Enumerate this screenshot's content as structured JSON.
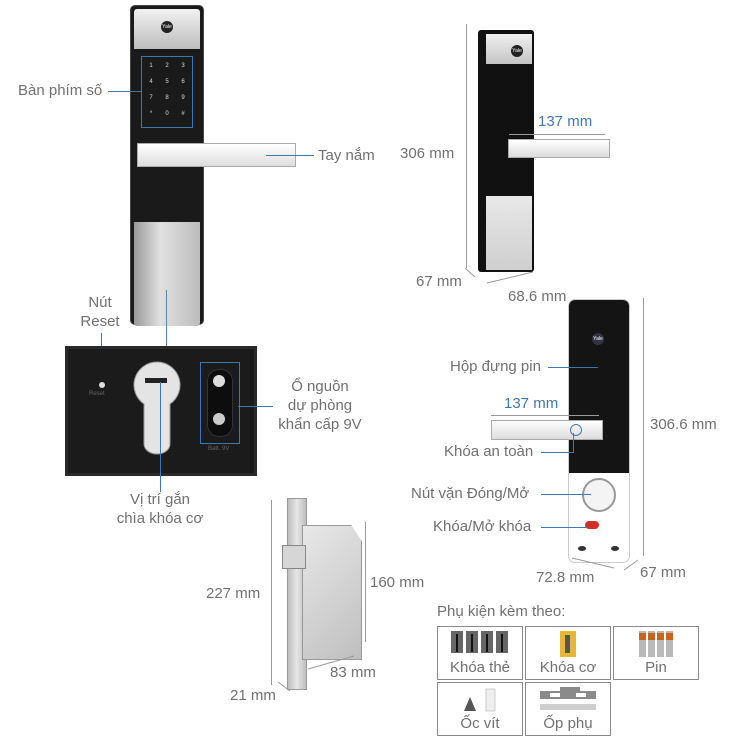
{
  "front_view": {
    "logo": "Yale",
    "keypad_label": "Bàn phím số",
    "keypad_keys": [
      "1",
      "2",
      "3",
      "4",
      "5",
      "6",
      "7",
      "8",
      "9",
      "*",
      "0",
      "#"
    ],
    "handle_label": "Tay nắm",
    "reset_label_line1": "Nút",
    "reset_label_line2": "Reset"
  },
  "cylinder_panel": {
    "reset_text": "Reset",
    "batt_text": "Batt. 9V",
    "battery_label_line1": "Ổ nguồn",
    "battery_label_line2": "dự phòng",
    "battery_label_line3": "khẩn cấp 9V",
    "key_label_line1": "Vị trí gắn",
    "key_label_line2": "chìa khóa cơ"
  },
  "front_dimensions": {
    "height": "306 mm",
    "handle_length": "137 mm",
    "depth": "67 mm",
    "width": "68.6 mm"
  },
  "back_view": {
    "battery_box_label": "Hộp đựng pin",
    "handle_length": "137 mm",
    "safety_lock_label": "Khóa an toàn",
    "knob_label": "Nút vặn Đóng/Mở",
    "lock_toggle_label": "Khóa/Mở khóa",
    "height": "306.6 mm",
    "width": "72.8 mm",
    "depth": "67 mm"
  },
  "mortise": {
    "height": "227 mm",
    "body_height": "160 mm",
    "body_width": "83 mm",
    "faceplate_width": "21 mm"
  },
  "accessories": {
    "title": "Phụ kiện kèm theo:",
    "items": [
      {
        "name": "Khóa thẻ",
        "icon": "key-cards-icon"
      },
      {
        "name": "Khóa cơ",
        "icon": "mechanical-keys-icon"
      },
      {
        "name": "Pin",
        "icon": "batteries-icon"
      },
      {
        "name": "Ốc vít",
        "icon": "screws-icon"
      },
      {
        "name": "Ốp phụ",
        "icon": "strike-plate-icon"
      }
    ]
  },
  "colors": {
    "accent_blue": "#3f78b0",
    "label_gray": "#707070",
    "dimension_gray": "#9a9a9a",
    "lock_black": "#1a1a1a"
  }
}
